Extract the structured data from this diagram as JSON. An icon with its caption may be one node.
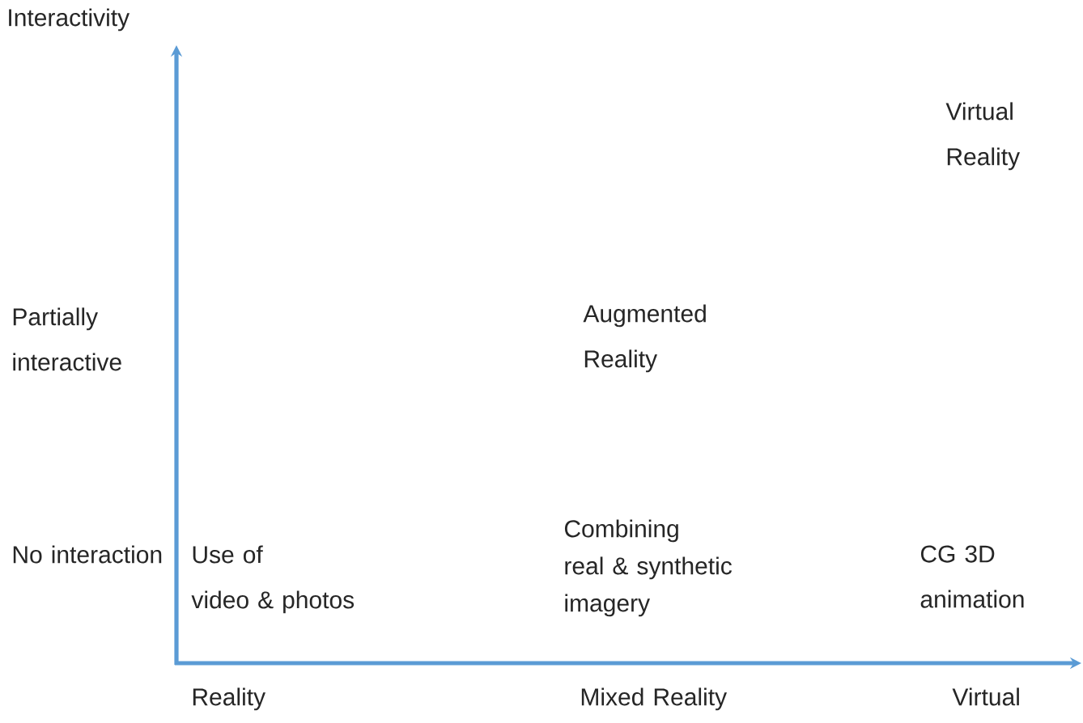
{
  "diagram": {
    "labels": [
      "Interactivity",
      "Virtual Reality",
      "Partially interactive",
      "Augmented Reality",
      "No interaction",
      "Use of video & photos",
      "Combining real & synthetic imagery",
      "CG 3D animation",
      "Reality",
      "Mixed Reality",
      "Virtual"
    ]
  }
}
